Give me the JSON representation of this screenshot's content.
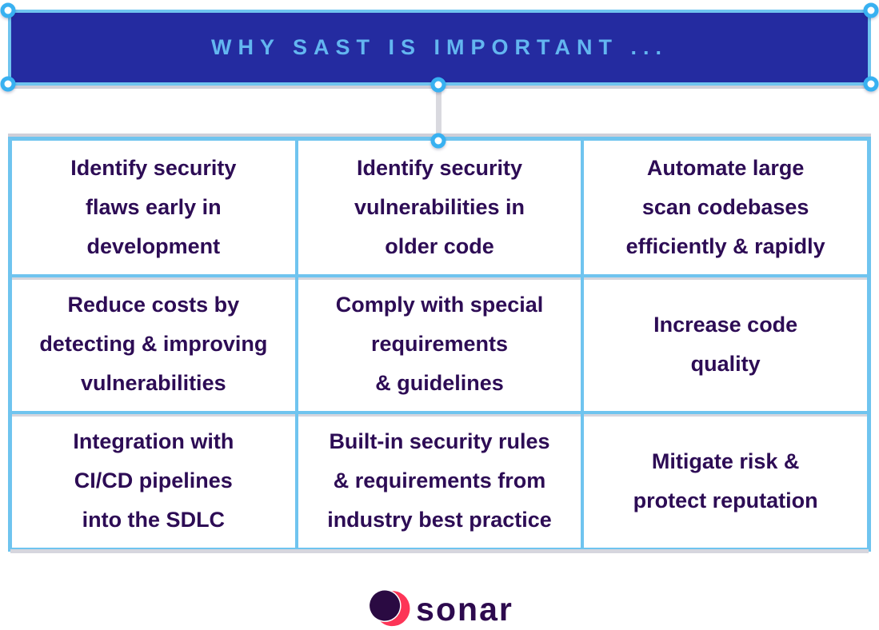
{
  "title": {
    "label": "WHY SAST IS IMPORTANT ..."
  },
  "grid": {
    "cells": [
      {
        "text": "Identify security\nflaws early in\ndevelopment"
      },
      {
        "text": "Identify security\nvulnerabilities in\nolder code"
      },
      {
        "text": "Automate large\nscan codebases\nefficiently & rapidly"
      },
      {
        "text": "Reduce costs by\ndetecting & improving\nvulnerabilities"
      },
      {
        "text": "Comply with special\nrequirements\n& guidelines"
      },
      {
        "text": "Increase code\nquality"
      },
      {
        "text": "Integration with\nCI/CD pipelines\ninto the SDLC"
      },
      {
        "text": "Built-in security rules\n& requirements from\nindustry best practice"
      },
      {
        "text": "Mitigate risk &\nprotect reputation"
      }
    ]
  },
  "logo": {
    "wordmark": "sonar"
  },
  "colors": {
    "banner_fill": "#242BA0",
    "border_blue": "#6FC4EF",
    "handle_blue": "#38B1F1",
    "title_text": "#63B6F0",
    "cell_text": "#2D0C55",
    "connector_gray": "#D9D9DF",
    "shadow_gray": "#CFCFD8",
    "logo_pink": "#FD3557",
    "logo_purple": "#2A0A42",
    "wordmark_purple": "#2D0A4E"
  }
}
